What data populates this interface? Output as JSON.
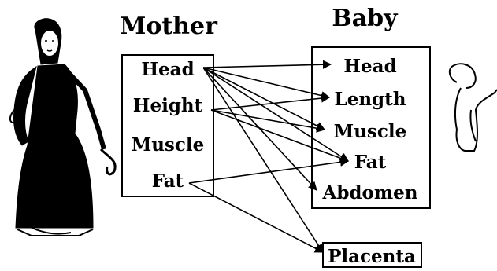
{
  "titles": {
    "mother": "Mother",
    "baby": "Baby"
  },
  "mother_nodes": {
    "head": "Head",
    "height": "Height",
    "muscle": "Muscle",
    "fat": "Fat"
  },
  "baby_nodes": {
    "head": "Head",
    "length": "Length",
    "muscle": "Muscle",
    "fat": "Fat",
    "abdomen": "Abdomen"
  },
  "placenta": "Placenta",
  "connections": [
    {
      "from": "mother.head",
      "to": "baby.head"
    },
    {
      "from": "mother.head",
      "to": "baby.length"
    },
    {
      "from": "mother.head",
      "to": "baby.muscle"
    },
    {
      "from": "mother.head",
      "to": "baby.fat"
    },
    {
      "from": "mother.head",
      "to": "baby.abdomen"
    },
    {
      "from": "mother.head",
      "to": "placenta"
    },
    {
      "from": "mother.height",
      "to": "baby.length"
    },
    {
      "from": "mother.height",
      "to": "baby.muscle"
    },
    {
      "from": "mother.height",
      "to": "baby.fat"
    },
    {
      "from": "mother.fat",
      "to": "baby.fat"
    },
    {
      "from": "mother.fat",
      "to": "placenta"
    }
  ]
}
